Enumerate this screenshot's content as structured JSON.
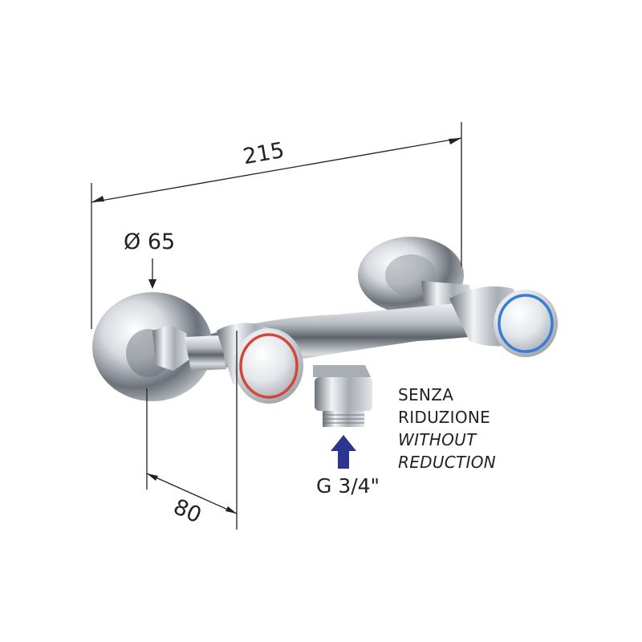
{
  "dimensions": {
    "width": "215",
    "diameter": "Ø 65",
    "depth": "80"
  },
  "connection": {
    "thread": "G 3/4\""
  },
  "note": {
    "line1": "SENZA",
    "line2": "RIDUZIONE",
    "line3": "WITHOUT",
    "line4": "REDUCTION"
  },
  "colors": {
    "hot_ring": "#d2473a",
    "cold_ring": "#3a7bd5",
    "arrow": "#2c3590",
    "chrome_dark": "#5a5f66",
    "chrome_light": "#f4f6f8"
  }
}
